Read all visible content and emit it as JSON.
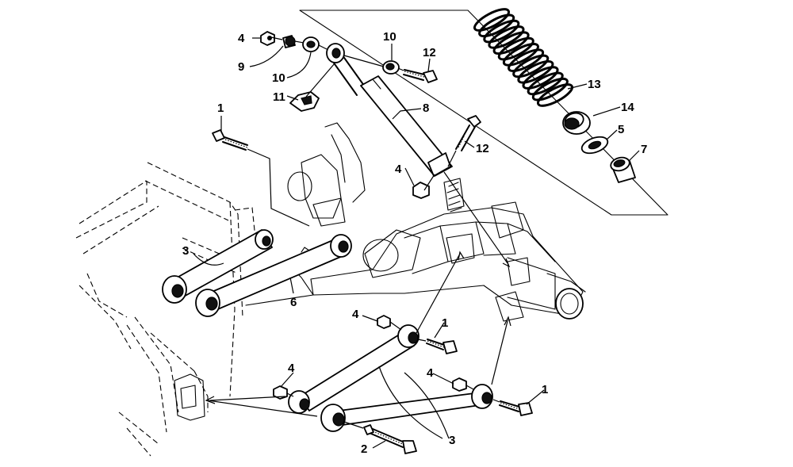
{
  "diagram": {
    "callouts": [
      {
        "id": "c-4-top",
        "text": "4"
      },
      {
        "id": "c-9",
        "text": "9"
      },
      {
        "id": "c-10-left",
        "text": "10"
      },
      {
        "id": "c-10-right",
        "text": "10"
      },
      {
        "id": "c-12-top",
        "text": "12"
      },
      {
        "id": "c-11",
        "text": "11"
      },
      {
        "id": "c-8",
        "text": "8"
      },
      {
        "id": "c-13",
        "text": "13"
      },
      {
        "id": "c-14",
        "text": "14"
      },
      {
        "id": "c-5",
        "text": "5"
      },
      {
        "id": "c-7",
        "text": "7"
      },
      {
        "id": "c-1-left",
        "text": "1"
      },
      {
        "id": "c-12-mid",
        "text": "12"
      },
      {
        "id": "c-4-shock",
        "text": "4"
      },
      {
        "id": "c-3-upper",
        "text": "3"
      },
      {
        "id": "c-6",
        "text": "6"
      },
      {
        "id": "c-4-mid",
        "text": "4"
      },
      {
        "id": "c-1-mid",
        "text": "1"
      },
      {
        "id": "c-4-low-left",
        "text": "4"
      },
      {
        "id": "c-4-low-right",
        "text": "4"
      },
      {
        "id": "c-1-low",
        "text": "1"
      },
      {
        "id": "c-3-lower",
        "text": "3"
      },
      {
        "id": "c-2",
        "text": "2"
      }
    ]
  }
}
